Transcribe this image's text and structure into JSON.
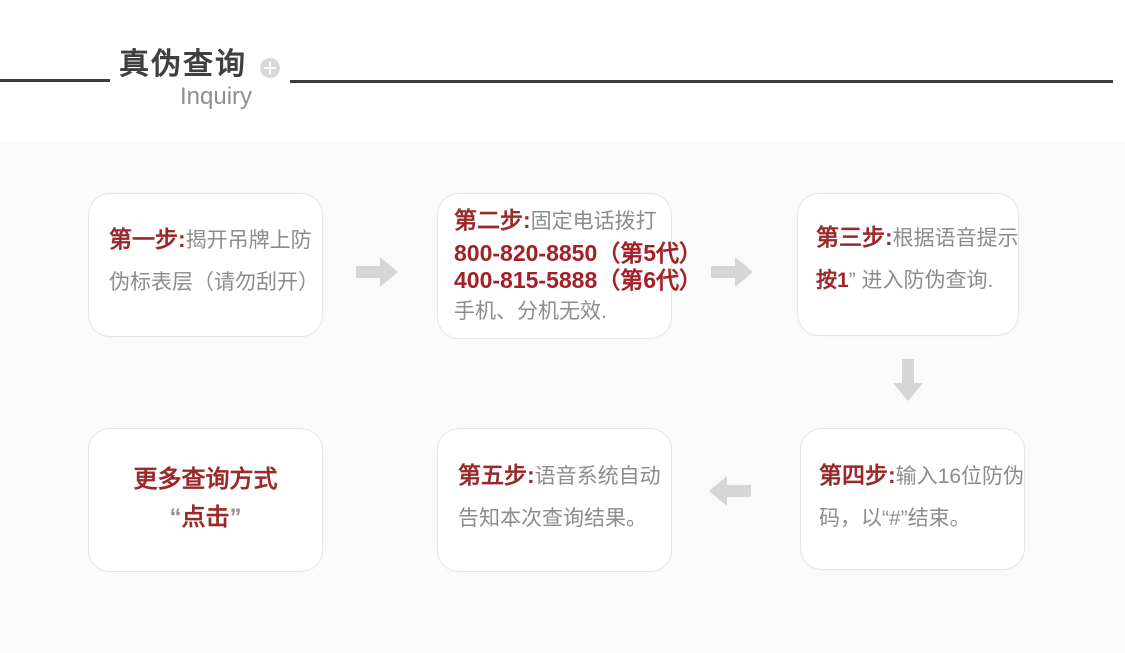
{
  "page": {
    "background": "#ffffff",
    "content_background": "#fafafa"
  },
  "colors": {
    "title_dark": "#3f3f3f",
    "subtitle_gray": "#8f8f8f",
    "step_red": "#9a2a2a",
    "phone_red": "#a32026",
    "body_gray": "#8c8c8c",
    "arrow_gray": "#d6d6d6",
    "box_border": "#e5e5e5",
    "header_line": "#3e3e3e"
  },
  "header": {
    "title": "真伪查询",
    "subtitle": "Inquiry",
    "plus_icon": "plus-icon"
  },
  "flow": {
    "step1": {
      "label": "第一步:",
      "line1_rest": "揭开吊牌上防",
      "line2": "伪标表层（请勿刮开）"
    },
    "step2": {
      "label": "第二步:",
      "line1_rest": "固定电话拨打",
      "phone1": "800-820-8850（第5代）",
      "phone2": "400-815-5888（第6代）",
      "note": "手机、分机无效."
    },
    "step3": {
      "label": "第三步:",
      "line1_rest": "根据语音提示",
      "line2_red": "按1",
      "line2_rest": "” 进入防伪查询."
    },
    "step4": {
      "label": "第四步:",
      "line1_rest": "输入16位防伪",
      "line2": "码，以“#”结束。"
    },
    "step5": {
      "label": "第五步:",
      "line1_rest": "语音系统自动",
      "line2": "告知本次查询结果。"
    },
    "more": {
      "line1": "更多查询方式",
      "quote_open": "“",
      "link": "点击",
      "quote_close": "”"
    }
  }
}
